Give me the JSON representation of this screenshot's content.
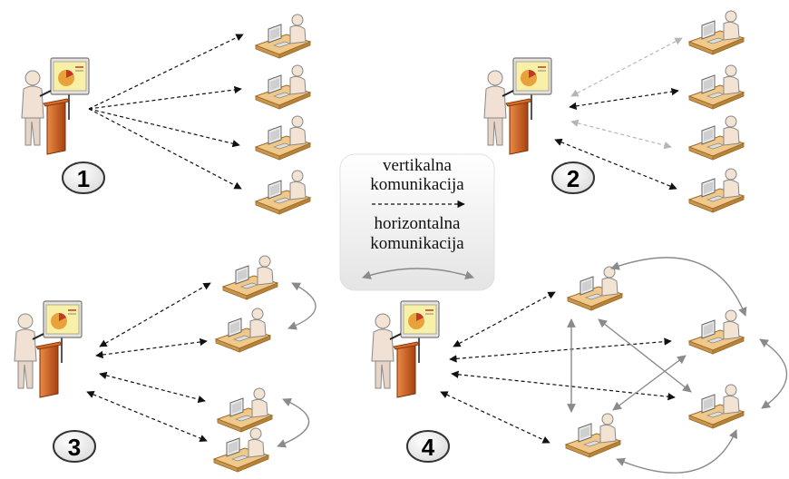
{
  "legend": {
    "vertical_label_line1": "vertikalna",
    "vertical_label_line2": "komunikacija",
    "horizontal_label_line1": "horizontalna",
    "horizontal_label_line2": "komunikacija"
  },
  "panels": [
    {
      "id": "1",
      "label": "1"
    },
    {
      "id": "2",
      "label": "2"
    },
    {
      "id": "3",
      "label": "3"
    },
    {
      "id": "4",
      "label": "4"
    }
  ],
  "colors": {
    "vertical_arrow": "#111111",
    "horizontal_arrow": "#8a8a8a",
    "faded_arrow": "#b5b5b5",
    "podium": "#c65a1e",
    "screen_frame": "#e7e3dc",
    "pie": "#e9a23b",
    "desk": "#f0c98a",
    "person": "#f3e3d3"
  }
}
